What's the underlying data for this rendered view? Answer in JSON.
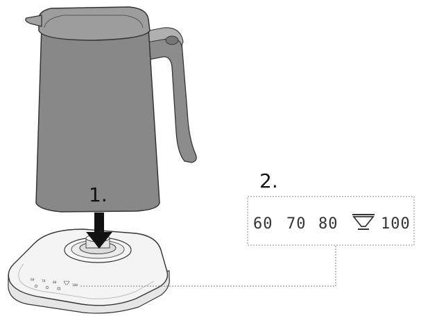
{
  "steps": {
    "step1_label": "1.",
    "step2_label": "2."
  },
  "control_panel": {
    "temperatures": [
      "60",
      "70",
      "80",
      "100"
    ],
    "pour_over_icon": "pour-over-cone-icon"
  },
  "colors": {
    "kettle_body": "#888888",
    "kettle_lid": "#9a9a9a",
    "base": "#f2f2f2",
    "outline": "#333333",
    "arrow": "#111111",
    "callout_line": "#777777"
  }
}
